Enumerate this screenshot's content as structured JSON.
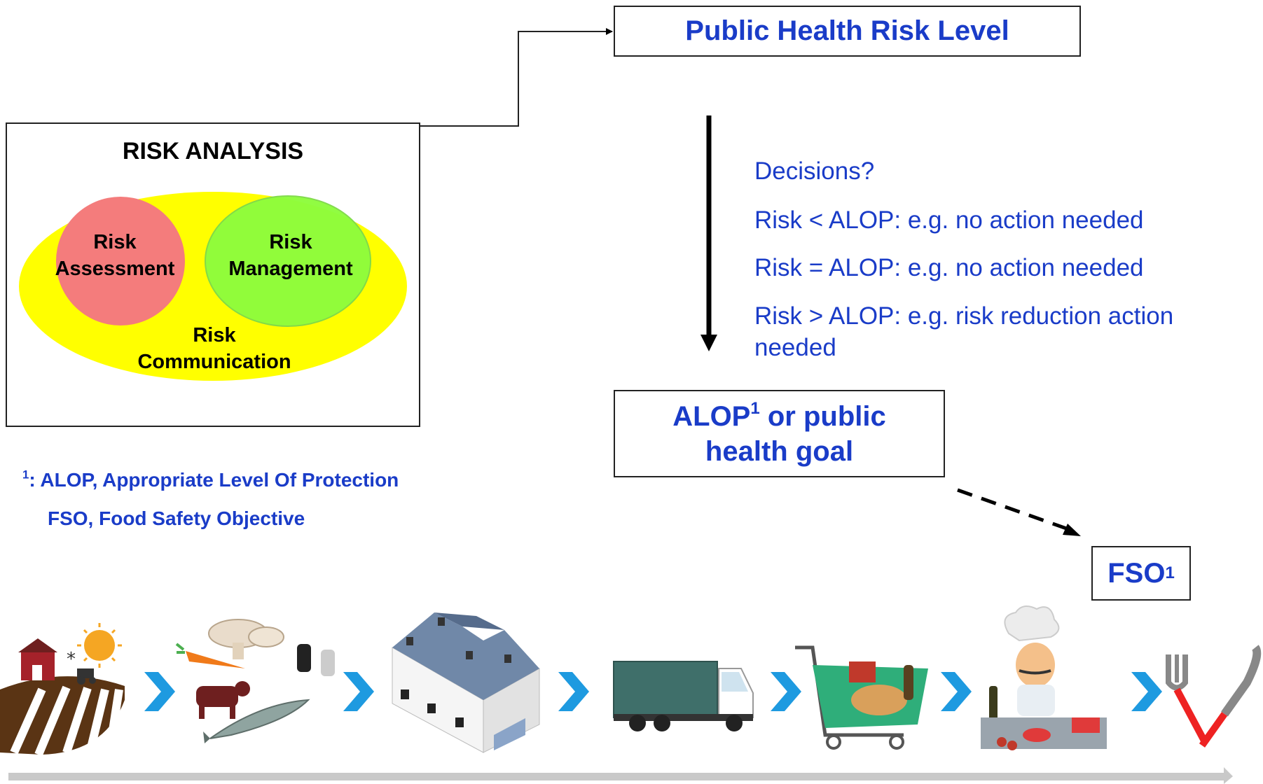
{
  "risk_analysis": {
    "title": "RISK ANALYSIS",
    "assessment": [
      "Risk",
      "Assessment"
    ],
    "management": [
      "Risk",
      "Management"
    ],
    "communication": [
      "Risk",
      "Communication"
    ]
  },
  "public_health_risk_level": "Public Health Risk Level",
  "decisions": {
    "heading": "Decisions?",
    "less": "Risk < ALOP: e.g. no action needed",
    "equal": "Risk = ALOP: e.g. no action needed",
    "greater_line1": "Risk > ALOP: e.g. risk reduction action",
    "greater_line2": "needed"
  },
  "alop_box": {
    "part1": "ALOP",
    "sup": "1",
    "part2": " or public",
    "line2": "health goal"
  },
  "fso_box": {
    "label": "FSO",
    "sup": "1"
  },
  "footnote": {
    "marker": "1",
    "line1": ": ALOP, Appropriate Level Of Protection",
    "line2": "FSO, Food Safety Objective"
  },
  "food_chain_stages": [
    "farm-icon",
    "raw-ingredients-icon",
    "factory-icon",
    "truck-icon",
    "shopping-cart-icon",
    "chef-icon",
    "fork-knife-icon"
  ],
  "colors": {
    "accent_blue": "#1a3cc8",
    "ellipse_yellow": "#ffff00",
    "assessment_red": "#f47c7c",
    "management_green": "#8efc3c",
    "chevron_blue": "#1e9ae0",
    "timeline_gray": "#c9c9c9"
  }
}
